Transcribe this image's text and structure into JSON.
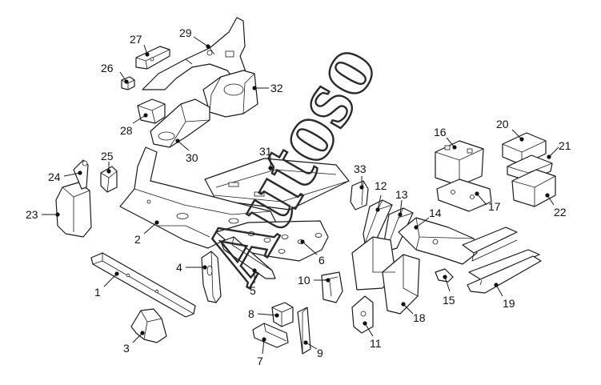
{
  "watermark": "Autoso",
  "callouts": [
    {
      "id": "1",
      "label": "1"
    },
    {
      "id": "2",
      "label": "2"
    },
    {
      "id": "3",
      "label": "3"
    },
    {
      "id": "4",
      "label": "4"
    },
    {
      "id": "5",
      "label": "5"
    },
    {
      "id": "6",
      "label": "6"
    },
    {
      "id": "7",
      "label": "7"
    },
    {
      "id": "8",
      "label": "8"
    },
    {
      "id": "9",
      "label": "9"
    },
    {
      "id": "10",
      "label": "10"
    },
    {
      "id": "11",
      "label": "11"
    },
    {
      "id": "12",
      "label": "12"
    },
    {
      "id": "13",
      "label": "13"
    },
    {
      "id": "14",
      "label": "14"
    },
    {
      "id": "15",
      "label": "15"
    },
    {
      "id": "16",
      "label": "16"
    },
    {
      "id": "17",
      "label": "17"
    },
    {
      "id": "18",
      "label": "18"
    },
    {
      "id": "19",
      "label": "19"
    },
    {
      "id": "20",
      "label": "20"
    },
    {
      "id": "21",
      "label": "21"
    },
    {
      "id": "22",
      "label": "22"
    },
    {
      "id": "23",
      "label": "23"
    },
    {
      "id": "24",
      "label": "24"
    },
    {
      "id": "25",
      "label": "25"
    },
    {
      "id": "26",
      "label": "26"
    },
    {
      "id": "27",
      "label": "27"
    },
    {
      "id": "28",
      "label": "28"
    },
    {
      "id": "29",
      "label": "29"
    },
    {
      "id": "30",
      "label": "30"
    },
    {
      "id": "31",
      "label": "31"
    },
    {
      "id": "32",
      "label": "32"
    },
    {
      "id": "33",
      "label": "33"
    }
  ]
}
